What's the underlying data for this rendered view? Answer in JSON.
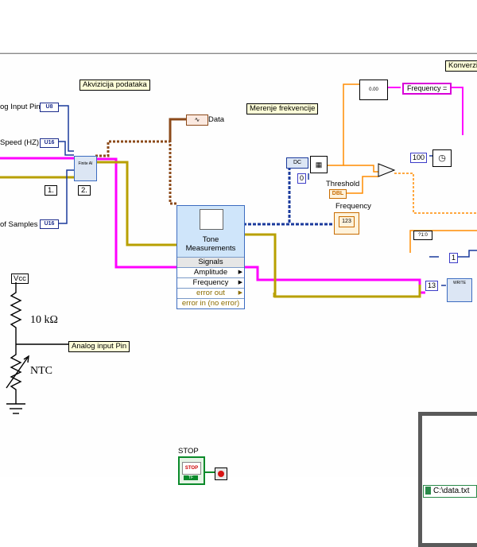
{
  "labels": {
    "pin_label": "og Input Pin",
    "speed_label": "Speed (HZ)",
    "samples_label": "of Samples",
    "acquisition_title": "Akvizicija podataka",
    "measurement_title": "Merenje frekvencije",
    "conversion_title": "Konverzi",
    "step1": "1.",
    "step2": "2.",
    "data_label": "Data",
    "threshold_label": "Threshold",
    "frequency_label": "Frequency",
    "vcc_label": "Vcc",
    "resistor_label": "10 kΩ",
    "ntc_label": "NTC",
    "analog_pin_label": "Analog input Pin",
    "stop_label": "STOP"
  },
  "terminals": {
    "u8": "U8",
    "u16_speed": "U16",
    "u16_samples": "U16",
    "dbl": "DBL",
    "freq_indicator": "123",
    "finite_ai": "Finite AI",
    "write": "WRITE",
    "tf": "TF"
  },
  "tone_block": {
    "title": "Tone Measurements",
    "rows": [
      "Signals",
      "Amplitude",
      "Frequency",
      "error out",
      "error in (no error)"
    ]
  },
  "constants": {
    "zero": "0",
    "hundred": "100",
    "one": "1",
    "thirteen": "13",
    "frequency_string": "Frequency =",
    "file_path": "C:\\data.txt"
  },
  "stop_button": {
    "face": "STOP"
  },
  "colors": {
    "string_wire": "#ff00ff",
    "error_wire": "#b8a000",
    "numeric_wire": "#ff8c00",
    "dynamic_wire": "#1a3a9c",
    "waveform_wire": "#8c4a1a",
    "background": "#ffffff"
  }
}
